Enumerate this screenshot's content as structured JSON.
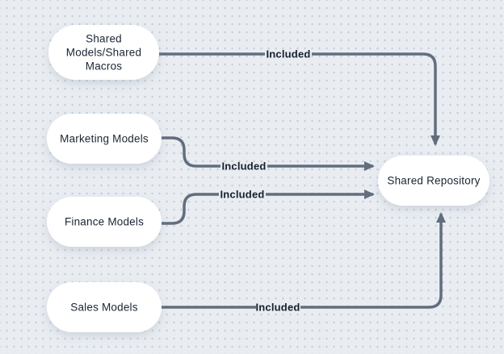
{
  "diagram": {
    "description": "Flow diagram showing model sources included into a shared repository",
    "colors": {
      "background": "#e9edf2",
      "dot_grid": "#aebccb",
      "node_fill": "#ffffff",
      "edge_stroke": "#626e7d",
      "text": "#1b2534"
    },
    "nodes": [
      {
        "id": "shared-models",
        "label": "Shared Models/Shared Macros",
        "lines": [
          "Shared",
          "Models/Shared",
          "Macros"
        ]
      },
      {
        "id": "marketing-models",
        "label": "Marketing Models"
      },
      {
        "id": "finance-models",
        "label": "Finance Models"
      },
      {
        "id": "sales-models",
        "label": "Sales Models"
      },
      {
        "id": "shared-repository",
        "label": "Shared Repository"
      }
    ],
    "edges": [
      {
        "from": "shared-models",
        "to": "shared-repository",
        "label": "Included"
      },
      {
        "from": "marketing-models",
        "to": "shared-repository",
        "label": "Included"
      },
      {
        "from": "finance-models",
        "to": "shared-repository",
        "label": "Included"
      },
      {
        "from": "sales-models",
        "to": "shared-repository",
        "label": "Included"
      }
    ]
  }
}
